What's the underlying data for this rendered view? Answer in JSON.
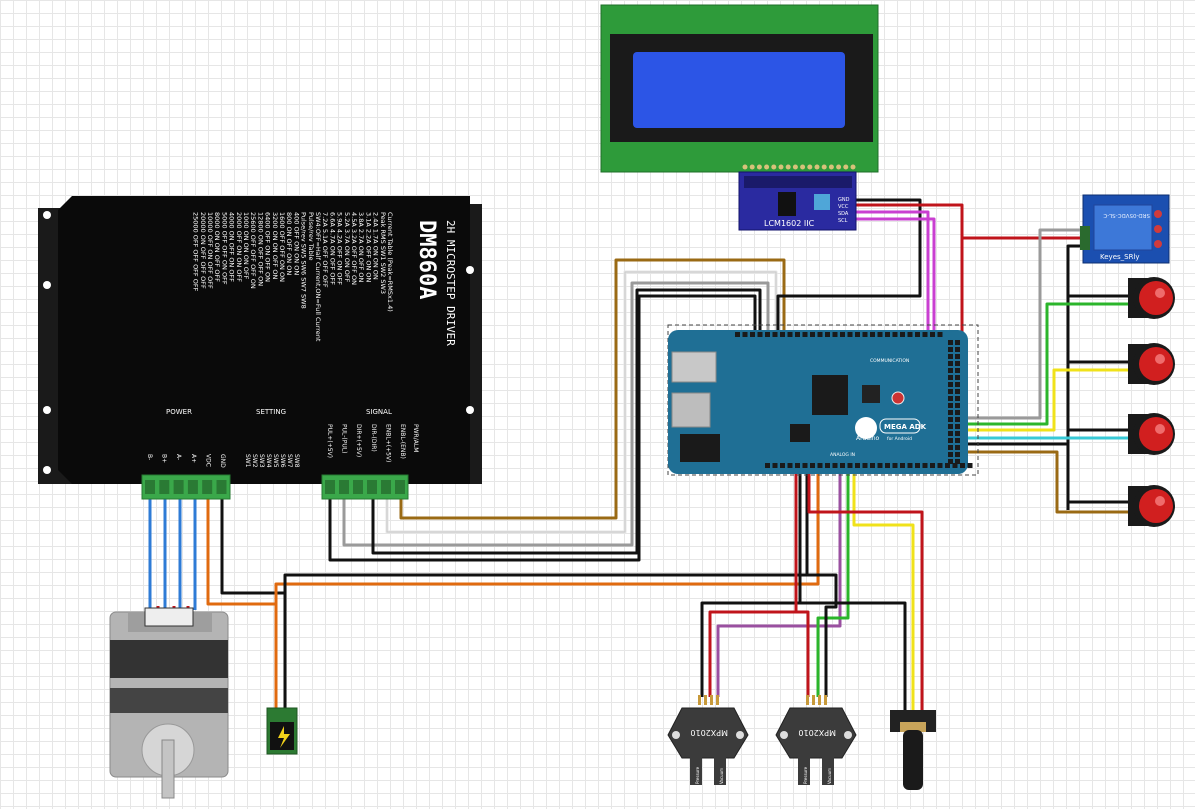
{
  "driver": {
    "model": "DM860A",
    "subtitle": "2H MICROSTEP DRIVER",
    "sections": [
      "POWER",
      "SETTING",
      "SIGNAL"
    ],
    "power_pins": [
      "B-",
      "B+",
      "A-",
      "A+",
      "VDC",
      "GND"
    ],
    "setting_pins": [
      "SW1",
      "SW2",
      "SW3",
      "SW4",
      "SW5",
      "SW6",
      "SW7",
      "SW8"
    ],
    "signal_pins": [
      "PUL+(+5V)",
      "PUL-(PUL)",
      "DIR+(+5V)",
      "DIR-(DIR)",
      "ENBL+(+5V)",
      "ENBL-(ENB)"
    ],
    "alarm_label": "PWR/ALM",
    "current_table_title": "Current Table (Peak=RMSx1.4)",
    "current_table_header": "Peak  RMS   SW1 SW2 SW3",
    "current_rows": [
      "2.4A  1.7A  ON  ON  ON",
      "3.1A  2.2A  OFF ON  ON",
      "3.8A  2.7A  ON  OFF ON",
      "4.5A  3.2A  OFF OFF ON",
      "5.2A  3.7A  ON  ON  OFF",
      "5.9A  4.2A  OFF ON  OFF",
      "6.6A  4.7A  ON  OFF OFF",
      "7.2A  5.1A  OFF OFF OFF"
    ],
    "sw4_note": "SW4:OFF=Half Current,ON=Full Current",
    "pulse_table_title": "Pulse/rev Table",
    "pulse_table_header": "Pulse/rev  SW5 SW6 SW7 SW8",
    "pulse_rows": [
      "400    OFF ON  ON  ON",
      "800    ON  OFF ON  ON",
      "1600   OFF OFF ON  ON",
      "3200   ON  ON  OFF ON",
      "6400   OFF ON  OFF ON",
      "12800  ON  OFF OFF ON",
      "25600  OFF OFF OFF ON",
      "1000   ON  ON  ON  OFF",
      "2000   OFF ON  ON  OFF",
      "4000   ON  OFF ON  OFF",
      "5000   OFF OFF ON  OFF",
      "8000   ON  ON  OFF OFF",
      "10000  OFF ON  OFF OFF",
      "20000  ON  OFF OFF OFF",
      "25000  OFF OFF OFF OFF"
    ]
  },
  "lcd": {
    "module_label": "LCM1602 IIC",
    "pins": [
      "GND",
      "VCC",
      "SDA",
      "SCL"
    ]
  },
  "arduino": {
    "label": "MEGA ADK",
    "sublabel": "for Android",
    "brand": "Arduino",
    "analog_label": "ANALOG IN",
    "comm_label": "COMMUNICATION"
  },
  "relay": {
    "label": "Keyes_SRly",
    "text": "SRD-05VDC-SL-C"
  },
  "sensors": [
    {
      "label": "MPX2010",
      "port_a": "Pressure",
      "port_b": "Vacuum"
    },
    {
      "label": "MPX2010",
      "port_a": "Pressure",
      "port_b": "Vacuum"
    }
  ],
  "buttons": [
    {
      "id": "btn1"
    },
    {
      "id": "btn2"
    },
    {
      "id": "btn3"
    },
    {
      "id": "btn4"
    }
  ],
  "colors": {
    "driver_body": "#0a0a0a",
    "terminal_green": "#3aa84a",
    "lcd_pcb": "#2e9b3a",
    "lcd_screen": "#2c55e6",
    "i2c_board": "#2a2aa0",
    "arduino_board": "#1f6f95",
    "relay_pcb": "#1b4fb0",
    "button_red": "#d11f1f",
    "wire_black": "#111111",
    "wire_red": "#c0141b",
    "wire_blue": "#2e7bd6",
    "wire_brown": "#9a6a14",
    "wire_gray": "#9a9a9a",
    "wire_white": "#e6e6e6",
    "wire_orange": "#e06a0f",
    "wire_magenta": "#c93fd1",
    "wire_green": "#2bb52b",
    "wire_yellow": "#f0e21a",
    "wire_cyan": "#38c9d6",
    "wire_purple": "#9a50a0"
  }
}
